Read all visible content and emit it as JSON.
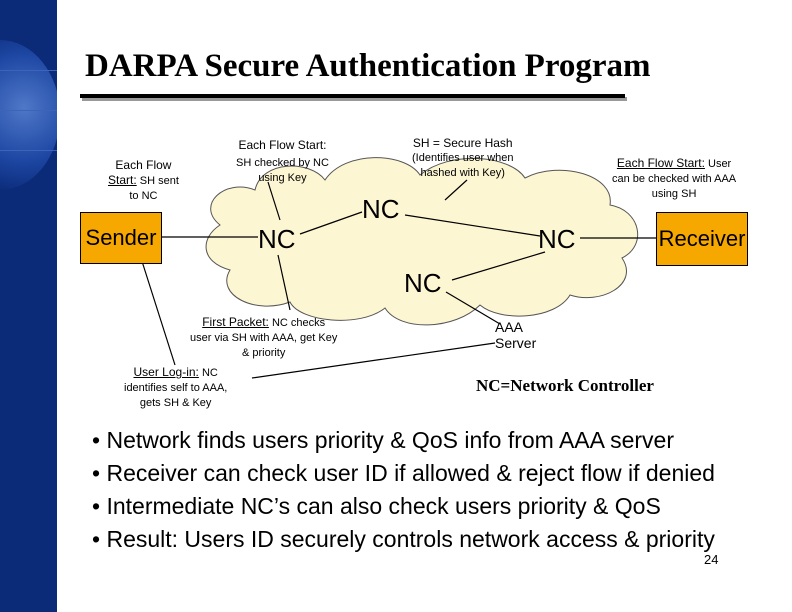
{
  "title": "DARPA Secure Authentication Program",
  "nodes": {
    "sender": "Sender",
    "receiver": "Receiver",
    "nc_left": "NC",
    "nc_top": "NC",
    "nc_right": "NC",
    "nc_bottom": "NC",
    "aaa_server": "AAA Server"
  },
  "notes": {
    "sender_note": {
      "head": "Each Flow Start:",
      "body": [
        "SH sent",
        "to NC"
      ],
      "head_lines": [
        "Each Flow",
        "Start:"
      ]
    },
    "flow_start": {
      "head": "Each Flow Start:",
      "lines": [
        "SH checked by NC",
        "using Key"
      ]
    },
    "sh_def": {
      "lines": [
        "SH = Secure Hash",
        "(Identifies user when",
        "hashed with Key)"
      ]
    },
    "receiver_note": {
      "head": "Each Flow Start:",
      "lines": [
        "User",
        "can be checked with AAA",
        "using SH"
      ]
    },
    "first_packet": {
      "head": "First Packet:",
      "lines": [
        "NC checks",
        "user via SH with AAA, get Key",
        "& priority"
      ]
    },
    "user_login": {
      "head": "User Log-in:",
      "lines": [
        "NC",
        "identifies self to AAA,",
        "gets SH & Key"
      ]
    }
  },
  "legend": "NC=Network Controller",
  "bullets": [
    "Network finds users priority & QoS info from AAA server",
    "Receiver can check user ID if allowed & reject flow if denied",
    "Intermediate NC’s can also check users priority & QoS",
    "Result: Users ID securely controls network access & priority"
  ],
  "page_number": "24",
  "colors": {
    "box_fill": "#f6a800",
    "cloud_fill": "#fdf6d2",
    "sidebar": "#0b2a78"
  }
}
